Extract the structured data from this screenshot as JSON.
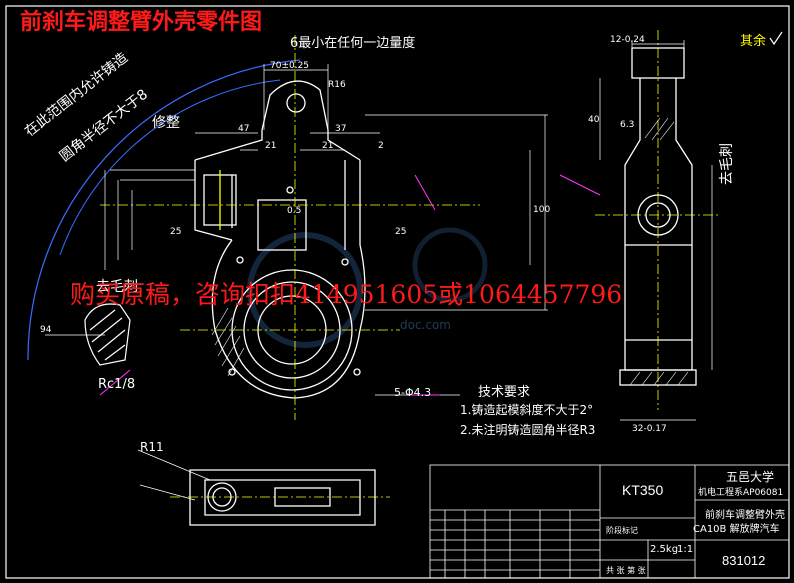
{
  "drawing": {
    "title": "前刹车调整臂外壳零件图",
    "purchase_note": "购买原稿，咨询扣扣414951605或1064457796",
    "top_dim_note": "6最小在任何一边量度",
    "arc_note_line1": "在此范围内允许铸造",
    "arc_note_line2": "圆角半径不大于8",
    "trim_label": "修整",
    "deburr_label_right": "去毛刺",
    "deburr_label_left": "去毛刺",
    "rest_label": "其余",
    "rc_label": "Rc1/8",
    "r11_label": "R11",
    "holes_label": "5-Φ4.3",
    "watermark": "doc.com"
  },
  "dimensions": {
    "d1": "70±0.25",
    "d2": "37",
    "d3": "21",
    "d4": "47",
    "d5": "21",
    "d6": "2",
    "d7": "100",
    "d8": "12-0.24",
    "d9": "40",
    "d10": "32-0.17",
    "d11": "94",
    "d12": "R16",
    "d13": "25",
    "d14": "6.3",
    "d15": "0.5"
  },
  "tech_requirements": {
    "heading": "技术要求",
    "item1": "1.铸造起模斜度不大于2°",
    "item2": "2.未注明铸造圆角半径R3"
  },
  "title_block": {
    "school": "五邑大学",
    "class_info": "机电工程系AP06081",
    "part_code": "KT350",
    "part_name": "前刹车调整臂外壳",
    "vehicle": "CA10B 解放牌汽车",
    "weight": "2.5kg",
    "scale": "1:1",
    "drawing_no": "831012",
    "stage_label": "阶段标记",
    "sheet_label": "共 张 第 张"
  }
}
